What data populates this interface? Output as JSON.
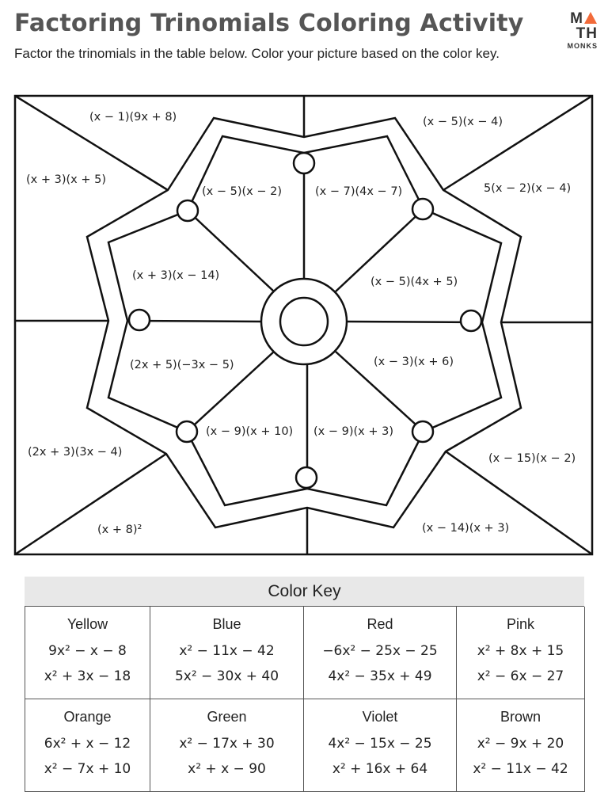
{
  "header": {
    "title": "Factoring Trinomials Coloring Activity",
    "logo_top": "MTH",
    "logo_top_parts": [
      "M",
      "TH"
    ],
    "logo_bottom": "MONKS",
    "logo_accent_color": "#f26b3a"
  },
  "instructions": "Factor the trinomials in the table below. Color your picture based on the color key.",
  "picture": {
    "regions": {
      "outer_top_left": "(x − 1)(9x + 8)",
      "outer_left_top": "(x + 3)(x + 5)",
      "outer_top_right": "(x − 5)(x − 4)",
      "outer_right_top": "5(x − 2)(x − 4)",
      "outer_left_bottom": "(2x + 3)(3x − 4)",
      "outer_bottom_left": "(x + 8)²",
      "outer_right_bottom": "(x − 15)(x − 2)",
      "outer_bottom_right": "(x − 14)(x + 3)",
      "inner_top_left": "(x − 5)(x − 2)",
      "inner_top_right": "(x − 7)(4x − 7)",
      "inner_left_top": "(x + 3)(x − 14)",
      "inner_right_top": "(x − 5)(4x + 5)",
      "inner_left_bottom": "(2x + 5)(−3x − 5)",
      "inner_right_bottom": "(x − 3)(x + 6)",
      "inner_bottom_left": "(x − 9)(x + 10)",
      "inner_bottom_right": "(x − 9)(x + 3)"
    }
  },
  "color_key": {
    "title": "Color Key",
    "entries": [
      {
        "color": "Yellow",
        "expressions": [
          "9x² − x − 8",
          "x² + 3x − 18"
        ]
      },
      {
        "color": "Blue",
        "expressions": [
          "x² − 11x − 42",
          "5x² − 30x + 40"
        ]
      },
      {
        "color": "Red",
        "expressions": [
          "−6x² − 25x − 25",
          "4x² − 35x + 49"
        ]
      },
      {
        "color": "Pink",
        "expressions": [
          "x² + 8x + 15",
          "x² − 6x − 27"
        ]
      },
      {
        "color": "Orange",
        "expressions": [
          "6x² + x − 12",
          "x² − 7x + 10"
        ]
      },
      {
        "color": "Green",
        "expressions": [
          "x² − 17x + 30",
          "x² + x − 90"
        ]
      },
      {
        "color": "Violet",
        "expressions": [
          "4x² − 15x − 25",
          "x² + 16x + 64"
        ]
      },
      {
        "color": "Brown",
        "expressions": [
          "x² − 9x + 20",
          "x² − 11x − 42"
        ]
      }
    ]
  }
}
